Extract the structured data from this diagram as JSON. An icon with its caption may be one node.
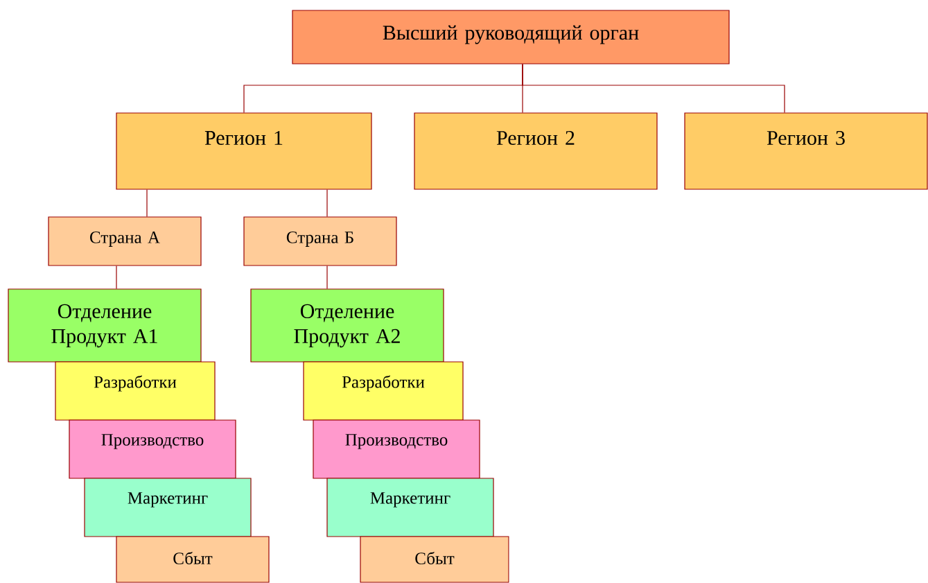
{
  "diagram": {
    "nodes": [
      {
        "text": [
          "Высший руководящий орган"
        ]
      },
      {
        "text": [
          "Регион 1"
        ]
      },
      {
        "text": [
          "Регион 2"
        ]
      },
      {
        "text": [
          "Регион 3"
        ]
      },
      {
        "text": [
          "Страна А"
        ]
      },
      {
        "text": [
          "Страна Б"
        ]
      },
      {
        "text": [
          "Отделение Продукт А1"
        ]
      },
      {
        "text": [
          "Разработки"
        ]
      },
      {
        "text": [
          "Производство"
        ]
      },
      {
        "text": [
          "Маркетинг"
        ]
      },
      {
        "text": [
          "Сбыт"
        ]
      },
      {
        "text": [
          "Отделение Продукт А2"
        ]
      },
      {
        "text": [
          "Разработки"
        ]
      },
      {
        "text": [
          "Производство"
        ]
      },
      {
        "text": [
          "Маркетинг"
        ]
      },
      {
        "text": [
          "Сбыт"
        ]
      }
    ],
    "edges": [
      {
        "from": 0,
        "to": 1,
        "arrow": "none"
      },
      {
        "from": 0,
        "to": 2,
        "arrow": "none"
      },
      {
        "from": 0,
        "to": 3,
        "arrow": "none"
      },
      {
        "from": 1,
        "to": 4,
        "arrow": "none"
      },
      {
        "from": 1,
        "to": 5,
        "arrow": "none"
      },
      {
        "from": 4,
        "to": 6,
        "arrow": "none"
      },
      {
        "from": 5,
        "to": 11,
        "arrow": "none"
      }
    ]
  }
}
